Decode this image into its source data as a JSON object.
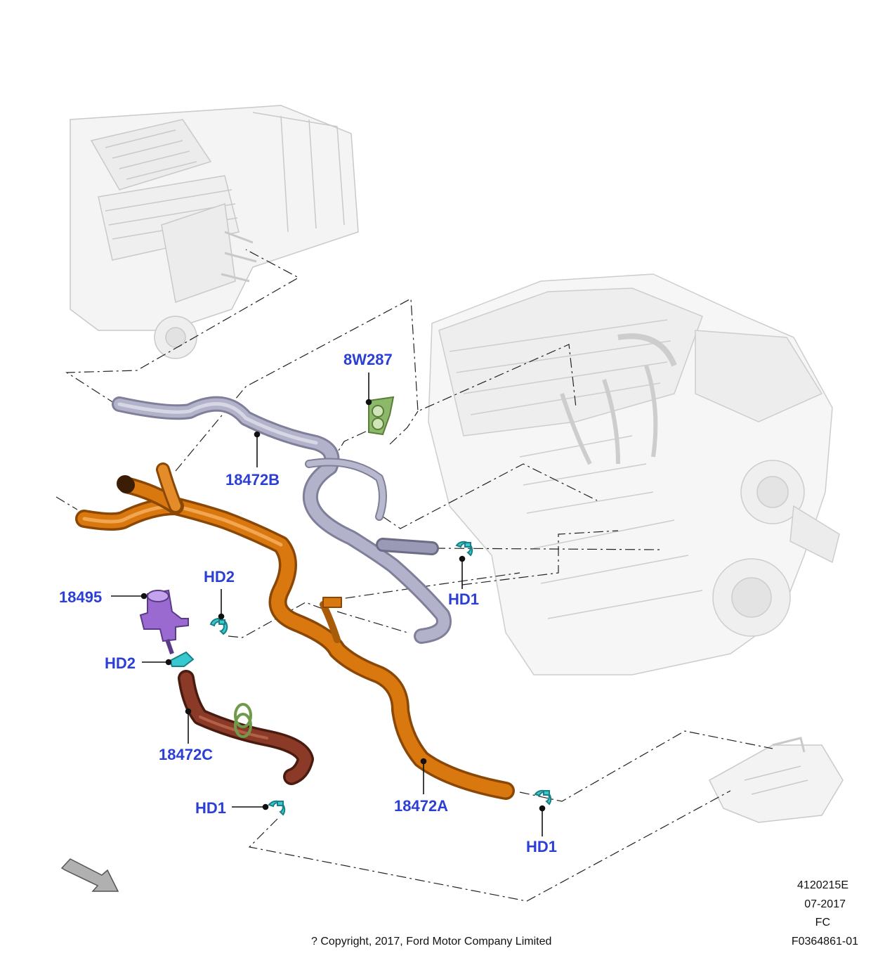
{
  "callouts": {
    "c_8w287": "8W287",
    "c_18472b": "18472B",
    "c_hd2_top": "HD2",
    "c_18495": "18495",
    "c_hd1_right": "HD1",
    "c_hd2_left": "HD2",
    "c_18472c": "18472C",
    "c_hd1_bottom_left": "HD1",
    "c_18472a": "18472A",
    "c_hd1_bottom_right": "HD1"
  },
  "footer": {
    "drawing_number": "4120215E",
    "date": "07-2017",
    "code": "FC",
    "copyright": "? Copyright, 2017, Ford Motor Company Limited",
    "figure_id": "F0364861-01"
  },
  "colors": {
    "callout_text": "#2b3fd6",
    "hose_a": "#d8780f",
    "hose_b": "#a9a9c4",
    "hose_c": "#8a3a26",
    "clamp": "#38c8cf",
    "valve": "#9a6ad0",
    "bracket": "#8cb86a",
    "ghost_line": "#c9c9c9"
  }
}
